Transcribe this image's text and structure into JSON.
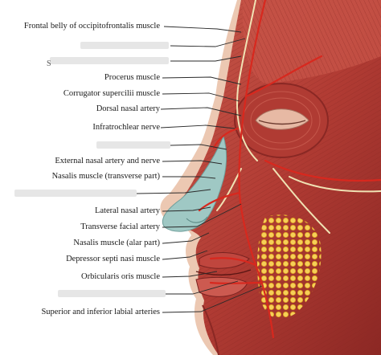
{
  "diagram": {
    "labels": [
      {
        "id": "frontal-belly-occipitofrontalis",
        "text": "Frontal belly of occipitofrontalis muscle",
        "hidden": false
      },
      {
        "id": "hidden-label-2",
        "text": "",
        "hidden": true
      },
      {
        "id": "hidden-label-3",
        "text": "S",
        "hidden": true
      },
      {
        "id": "procerus-muscle",
        "text": "Procerus muscle",
        "hidden": false
      },
      {
        "id": "corrugator-supercilii-muscle",
        "text": "Corrugator supercilii muscle",
        "hidden": false
      },
      {
        "id": "dorsal-nasal-artery",
        "text": "Dorsal nasal artery",
        "hidden": false
      },
      {
        "id": "infratrochlear-nerve",
        "text": "Infratrochlear nerve",
        "hidden": false
      },
      {
        "id": "hidden-label-8",
        "text": "",
        "hidden": true
      },
      {
        "id": "external-nasal-artery-nerve",
        "text": "External nasal artery and nerve",
        "hidden": false
      },
      {
        "id": "nasalis-transverse-part",
        "text": "Nasalis muscle (transverse part)",
        "hidden": false
      },
      {
        "id": "hidden-label-11",
        "text": "",
        "hidden": true
      },
      {
        "id": "lateral-nasal-artery",
        "text": "Lateral nasal artery",
        "hidden": false
      },
      {
        "id": "transverse-facial-artery",
        "text": "Transverse facial artery",
        "hidden": false
      },
      {
        "id": "nasalis-alar-part",
        "text": "Nasalis muscle (alar part)",
        "hidden": false
      },
      {
        "id": "depressor-septi-nasi-muscle",
        "text": "Depressor septi nasi muscle",
        "hidden": false
      },
      {
        "id": "orbicularis-oris-muscle",
        "text": "Orbicularis oris muscle",
        "hidden": false
      },
      {
        "id": "hidden-label-17",
        "text": "",
        "hidden": true
      },
      {
        "id": "superior-inferior-labial-arteries",
        "text": "Superior and inferior labial arteries",
        "hidden": false
      }
    ],
    "colors": {
      "skin": "#ecc8b2",
      "muscle": "#b8413a",
      "muscle_dark": "#8f2a26",
      "fat": "#f2bf3c",
      "nose": "#9fc8c4",
      "artery": "#d8281e",
      "nerve": "#f0e2b4",
      "leader": "#2a2a2a",
      "hidden_label": "#e6e6e6"
    }
  }
}
